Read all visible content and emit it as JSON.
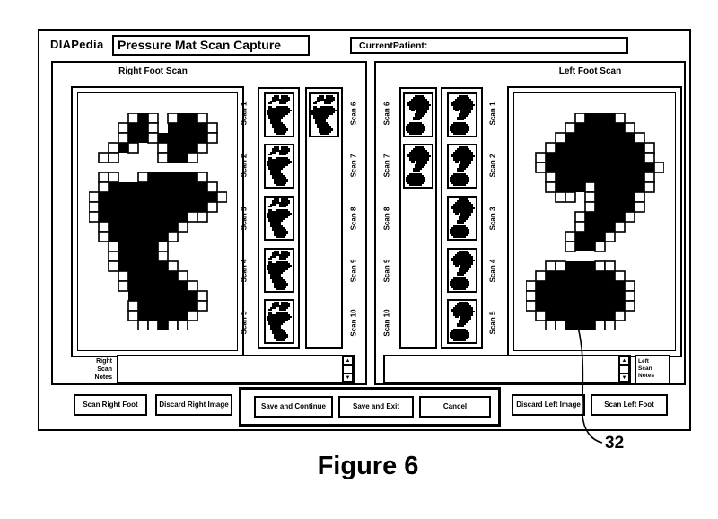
{
  "window": {
    "logo": "DIAPedia",
    "title": "Pressure Mat Scan Capture",
    "current_patient": {
      "label": "CurrentPatient:",
      "value": ""
    }
  },
  "icons": {
    "up_arrow": "▲",
    "down_arrow": "▼"
  },
  "left_panel": {
    "header": "Right Foot Scan",
    "labels_left": [
      "Scan 1",
      "Scan 2",
      "Scan 3",
      "Scan 4",
      "Scan 5"
    ],
    "labels_right": [
      "Scan 6",
      "Scan 7",
      "Scan 8",
      "Scan 9",
      "Scan 10"
    ],
    "col_left_filled": [
      true,
      true,
      true,
      true,
      true
    ],
    "col_right_filled": [
      true,
      false,
      false,
      false,
      false
    ],
    "notes_label_lines": [
      "Right",
      "Scan",
      "Notes"
    ],
    "notes_value": ""
  },
  "right_panel": {
    "header": "Left Foot Scan",
    "labels_left": [
      "Scan 6",
      "Scan 7",
      "Scan 8",
      "Scan 9",
      "Scan 10"
    ],
    "labels_right": [
      "Scan 1",
      "Scan 2",
      "Scan 3",
      "Scan 4",
      "Scan 5"
    ],
    "col_left_filled": [
      true,
      true,
      false,
      false,
      false
    ],
    "col_right_filled": [
      true,
      true,
      true,
      true,
      true
    ],
    "notes_label_lines": [
      "Left",
      "Scan",
      "Notes"
    ],
    "notes_value": ""
  },
  "buttons": {
    "scan_right_foot": "Scan Right Foot",
    "discard_right_image": "Discard Right Image",
    "save_and_continue": "Save and Continue",
    "save_and_exit": "Save and Exit",
    "cancel": "Cancel",
    "discard_left_image": "Discard Left Image",
    "scan_left_foot": "Scan Left Foot"
  },
  "figure": {
    "caption": "Figure 6",
    "reference_number": "32"
  },
  "footprints": {
    "right_foot": [
      "....oXo.oXXo..",
      "...oXXo.XXXXo.",
      "...oXXoXXXXXo.",
      "..oXo..oXXXo..",
      ".oo....oXXo...",
      "..............",
      ".oo..oXXXXXo..",
      ".oXXXXXXXXXXo.",
      "oXXXXXXXXXXXXo",
      "oXXXXXXXXXXXo.",
      "oXXXXXXXXXoo..",
      ".oXXXXXXXo....",
      ".oXXXXXXo.....",
      "..oXXXXo......",
      "..oXXXXo......",
      "..oXXXXXo.....",
      "...oXXXXXo....",
      "...oXXXXXXo...",
      "....XXXXXXXo..",
      "....oXXXXXXo..",
      "....oXXXXXo...",
      ".....ooXoo...."
    ],
    "left_foot": [
      ".....oXXXo....",
      "....oXXXXXo...",
      "...oXXXXXXXo..",
      "..oXXXXXXXXXo.",
      ".oXXXXXXXXXXo.",
      ".oXXXXXXXXXXXo",
      "..oXXXXXXXXXo.",
      "..oXXXoXXXXXo.",
      "...oo.oXXXXo..",
      "......oXXXXo..",
      ".....oXXXXo...",
      ".....oXXXo....",
      "....oXXXo.....",
      "....oXXo......",
      "..............",
      "..ooXXXoo.....",
      ".oXXXXXXXo....",
      "oXXXXXXXXXo...",
      "oXXXXXXXXXo...",
      "oXXXXXXXXXo...",
      ".oXXXXXXXo....",
      "..ooXXXoo....."
    ]
  }
}
